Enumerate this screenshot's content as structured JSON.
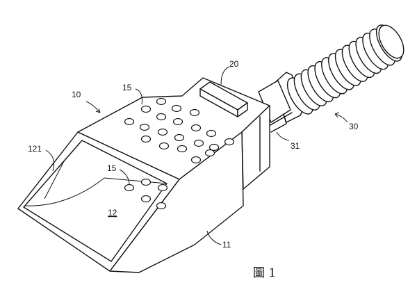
{
  "figure": {
    "caption": "圖 1",
    "labels": {
      "l10": "10",
      "l15a": "15",
      "l20": "20",
      "l30": "30",
      "l31": "31",
      "l121": "121",
      "l15b": "15",
      "l12": "12",
      "l11": "11"
    }
  }
}
